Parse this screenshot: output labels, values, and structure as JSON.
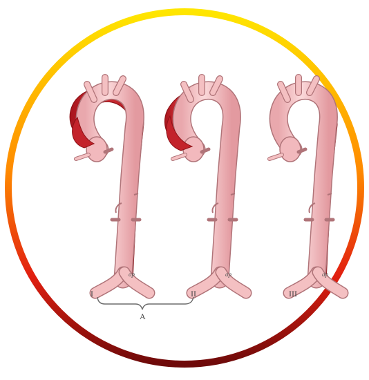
{
  "figure": {
    "labels": {
      "type_1": "I",
      "type_2": "II",
      "type_3": "III",
      "group": "A"
    },
    "colors": {
      "ring_top": "#ffe600",
      "ring_mid": "#ff8a00",
      "ring_low": "#e11f10",
      "ring_bottom": "#6e0a0a",
      "vessel_fill": "#f4c0c2",
      "vessel_stroke": "#b07479",
      "dissection": "#c3232b",
      "dissection_dark": "#8e1217",
      "bracket": "#6b6b6b"
    }
  }
}
